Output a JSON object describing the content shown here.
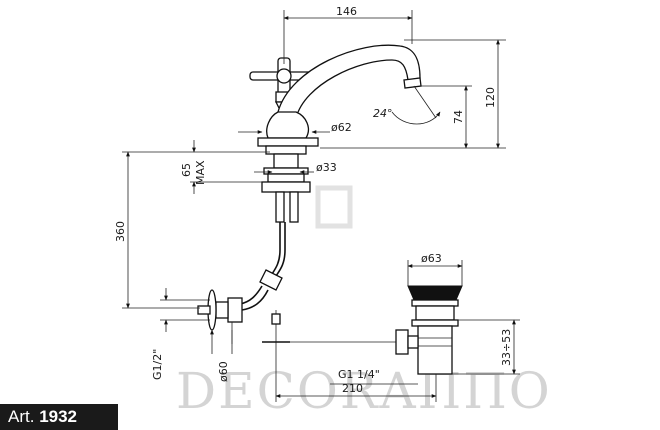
{
  "dimensions": {
    "top_width": "146",
    "height_total": "120",
    "spout_height": "74",
    "spout_angle": "24°",
    "base_diameter": "ø62",
    "deck_max": "65",
    "deck_max_unit": "MAX",
    "shank_diameter": "ø33",
    "supply_length": "360",
    "waste_diameter": "ø63",
    "inlet_thread": "G1/2\"",
    "rosette_diameter": "ø60",
    "waste_thread": "G1  1/4\"",
    "rod_length": "210",
    "waste_range": "33÷53"
  },
  "label": {
    "prefix": "Art.",
    "number": "1932"
  },
  "watermark": {
    "text": "DECORAΠΠO"
  }
}
